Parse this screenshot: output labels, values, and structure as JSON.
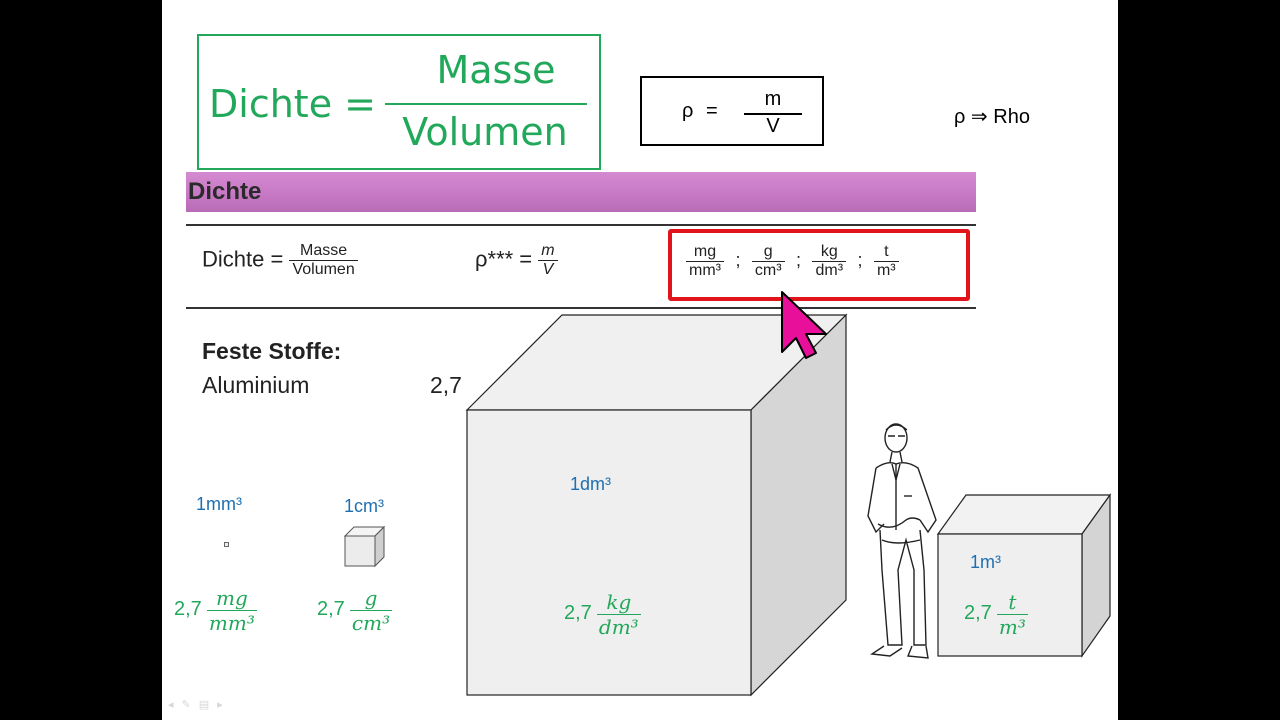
{
  "main_formula": {
    "left": "Dichte =",
    "numerator": "Masse",
    "denominator": "Volumen"
  },
  "rho_formula": {
    "symbol": "ρ",
    "equals": "=",
    "numerator": "m",
    "denominator": "V"
  },
  "rho_name": "ρ ⇒ Rho",
  "book": {
    "title": "Dichte",
    "formula_left": "Dichte =",
    "formula_num": "Masse",
    "formula_den": "Volumen",
    "rho_left": "ρ*** =",
    "rho_num": "m",
    "rho_den": "V",
    "units": [
      {
        "num": "mg",
        "den": "mm³"
      },
      {
        "num": "g",
        "den": "cm³"
      },
      {
        "num": "kg",
        "den": "dm³"
      },
      {
        "num": "t",
        "den": "m³"
      }
    ],
    "separator": ";",
    "section_title": "Feste Stoffe:",
    "material": "Aluminium",
    "value": "2,7"
  },
  "cubes": [
    {
      "label": "1mm³",
      "value": "2,7",
      "num": "mg",
      "den": "mm³"
    },
    {
      "label": "1cm³",
      "value": "2,7",
      "num": "g",
      "den": "cm³"
    },
    {
      "label": "1dm³",
      "value": "2,7",
      "num": "kg",
      "den": "dm³"
    },
    {
      "label": "1m³",
      "value": "2,7",
      "num": "t",
      "den": "m³"
    }
  ],
  "colors": {
    "green": "#22a85a",
    "blue": "#1f6fb0",
    "highlight_red": "#e0141a",
    "cursor_magenta": "#e8109a",
    "band_purple": "#c97ac7"
  },
  "icons": [
    "pointer-cursor-icon",
    "person-illustration",
    "nav-arrows-icon"
  ]
}
